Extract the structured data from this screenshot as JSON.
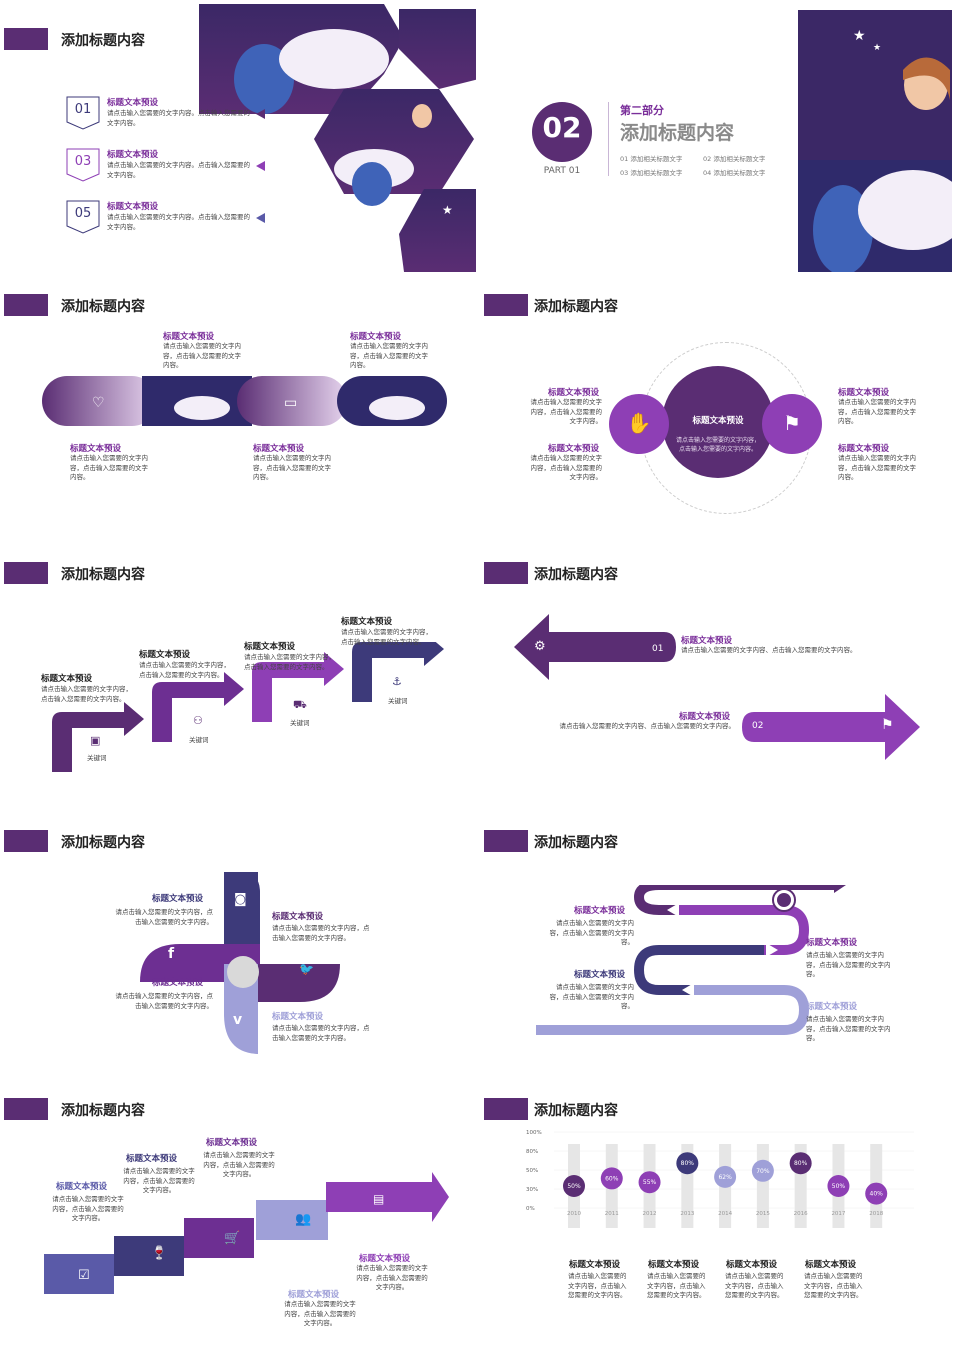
{
  "common": {
    "section_title": "添加标题内容",
    "item_title": "标题文本预设",
    "item_text": "请点击输入您需要的文字内容，点击输入您需要的文字内容。",
    "keyword": "关键词"
  },
  "slide1": {
    "items": [
      {
        "num": "01",
        "title": "标题文本预设",
        "text": "请点击输入您需要的文字内容。点击输入您需要的文字内容。"
      },
      {
        "num": "03",
        "title": "标题文本预设",
        "text": "请点击输入您需要的文字内容。点击输入您需要的文字内容。"
      },
      {
        "num": "05",
        "title": "标题文本预设",
        "text": "请点击输入您需要的文字内容。点击输入您需要的文字内容。"
      }
    ]
  },
  "slide2": {
    "number": "02",
    "part": "PART 01",
    "subtitle": "第二部分",
    "title": "添加标题内容",
    "links": [
      "01 添加相关标题文字",
      "02 添加相关标题文字",
      "03 添加相关标题文字",
      "04 添加相关标题文字"
    ]
  },
  "slide3": {
    "texts": [
      {
        "title": "标题文本预设",
        "text": "请点击输入您需要的文字内容，点击输入您需要的文字内容。"
      },
      {
        "title": "标题文本预设",
        "text": "请点击输入您需要的文字内容，点击输入您需要的文字内容。"
      },
      {
        "title": "标题文本预设",
        "text": "请点击输入您需要的文字内容，点击输入您需要的文字内容。"
      },
      {
        "title": "标题文本预设",
        "text": "请点击输入您需要的文字内容，点击输入您需要的文字内容。"
      }
    ]
  },
  "slide4": {
    "center_title": "标题文本预设",
    "center_text": "请点击输入您需要的文字内容，点击输入您需要的文字内容。",
    "texts": [
      {
        "title": "标题文本预设",
        "text": "请点击输入您需要的文字内容，点击输入您需要的文字内容。"
      },
      {
        "title": "标题文本预设",
        "text": "请点击输入您需要的文字内容，点击输入您需要的文字内容。"
      },
      {
        "title": "标题文本预设",
        "text": "请点击输入您需要的文字内容，点击输入您需要的文字内容。"
      },
      {
        "title": "标题文本预设",
        "text": "请点击输入您需要的文字内容，点击输入您需要的文字内容。"
      }
    ]
  },
  "slide5": {
    "steps": [
      {
        "title": "标题文本预设",
        "text": "请点击输入您需要的文字内容，点击输入您需要的文字内容。",
        "keyword": "关键词"
      },
      {
        "title": "标题文本预设",
        "text": "请点击输入您需要的文字内容，点击输入您需要的文字内容。",
        "keyword": "关键词"
      },
      {
        "title": "标题文本预设",
        "text": "请点击输入您需要的文字内容，点击输入您需要的文字内容。",
        "keyword": "关键词"
      },
      {
        "title": "标题文本预设",
        "text": "请点击输入您需要的文字内容，点击输入您需要的文字内容。",
        "keyword": "关键词"
      }
    ]
  },
  "slide6": {
    "arrows": [
      {
        "num": "01",
        "title": "标题文本预设",
        "text": "请点击输入您需要的文字内容、点击输入您需要的文字内容。"
      },
      {
        "num": "02",
        "title": "标题文本预设",
        "text": "请点击输入您需要的文字内容、点击输入您需要的文字内容。"
      }
    ]
  },
  "slide7": {
    "texts": [
      {
        "title": "标题文本预设",
        "text": "请点击输入您需要的文字内容，点击输入您需要的文字内容。"
      },
      {
        "title": "标题文本预设",
        "text": "请点击输入您需要的文字内容，点击输入您需要的文字内容。"
      },
      {
        "title": "标题文本预设",
        "text": "请点击输入您需要的文字内容，点击输入您需要的文字内容。"
      },
      {
        "title": "标题文本预设",
        "text": "请点击输入您需要的文字内容，点击输入您需要的文字内容。"
      }
    ]
  },
  "slide8": {
    "texts": [
      {
        "title": "标题文本预设",
        "text": "请点击输入您需要的文字内容，点击输入您需要的文字内容。"
      },
      {
        "title": "标题文本预设",
        "text": "请点击输入您需要的文字内容，点击输入您需要的文字内容。"
      },
      {
        "title": "标题文本预设",
        "text": "请点击输入您需要的文字内容，点击输入您需要的文字内容。"
      },
      {
        "title": "标题文本预设",
        "text": "请点击输入您需要的文字内容，点击输入您需要的文字内容。"
      }
    ]
  },
  "slide9": {
    "texts": [
      {
        "title": "标题文本预设",
        "text": "请点击输入您需要的文字内容，点击输入您需要的文字内容。"
      },
      {
        "title": "标题文本预设",
        "text": "请点击输入您需要的文字内容，点击输入您需要的文字内容。"
      },
      {
        "title": "标题文本预设",
        "text": "请点击输入您需要的文字内容，点击输入您需要的文字内容。"
      },
      {
        "title": "标题文本预设",
        "text": "请点击输入您需要的文字内容，点击输入您需要的文字内容。"
      },
      {
        "title": "标题文本预设",
        "text": "请点击输入您需要的文字内容，点击输入您需要的文字内容。"
      }
    ]
  },
  "slide10": {
    "texts": [
      {
        "title": "标题文本预设",
        "text": "请点击输入您需要的文字内容，点击输入您需要的文字内容。"
      },
      {
        "title": "标题文本预设",
        "text": "请点击输入您需要的文字内容，点击输入您需要的文字内容。"
      },
      {
        "title": "标题文本预设",
        "text": "请点击输入您需要的文字内容，点击输入您需要的文字内容。"
      },
      {
        "title": "标题文本预设",
        "text": "请点击输入您需要的文字内容，点击输入您需要的文字内容。"
      }
    ]
  },
  "chart_data": {
    "type": "bar",
    "categories": [
      "2010",
      "2011",
      "2012",
      "2013",
      "2014",
      "2015",
      "2016",
      "2017",
      "2018"
    ],
    "values": [
      50,
      60,
      55,
      80,
      62,
      70,
      80,
      50,
      40
    ],
    "value_labels": [
      "50%",
      "60%",
      "55%",
      "80%",
      "62%",
      "70%",
      "80%",
      "50%",
      "40%"
    ],
    "y_ticks": [
      "100%",
      "80%",
      "50%",
      "30%",
      "0%"
    ],
    "colors": {
      "dark": "#5a2d73",
      "mid": "#8e3fb5",
      "light": "#9fa0d8",
      "navy": "#3d3a7a"
    }
  }
}
